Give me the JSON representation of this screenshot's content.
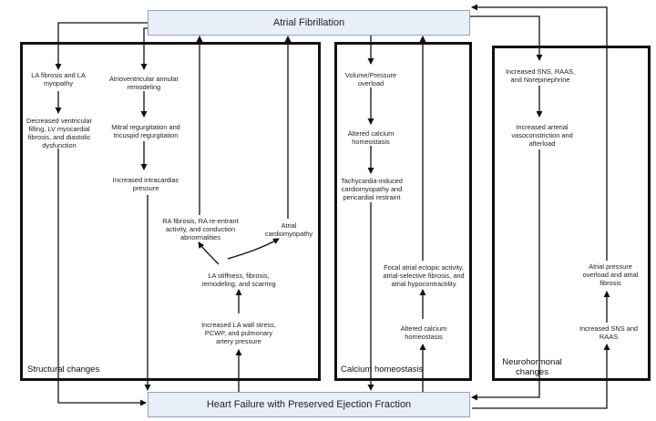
{
  "top_bar": {
    "title": "Atrial Fibrillation"
  },
  "bottom_bar": {
    "title": "Heart Failure with Preserved Ejection Fraction"
  },
  "panels": {
    "structural": {
      "label": "Structural changes",
      "nodes": {
        "la_fibrosis": "LA fibrosis and LA\nmyopathy",
        "decreased_filling": "Decreased ventricular\nfilling, LV myocardial\nfibrosis, and diastolic\ndysfunction",
        "av_remodeling": "Atrioventricular annular\nremodeling",
        "mitral_regurg": "Mitral regurgitation and\ntricuspid regurgitation",
        "intracardiac_pressure": "Increased intracardiac\npressure",
        "ra_fibrosis": "RA fibrosis, RA re-entrant\nactivity, and conduction\nabnormalities",
        "atrial_cardiomyopathy": "Atrial\ncardiomyopathy",
        "la_stiffness": "LA stiffness, fibrosis,\nremodeling, and scarring",
        "la_wall_stress": "Increased LA wall stress,\nPCWP, and pulmonary\nartery pressure"
      }
    },
    "calcium": {
      "label": "Calcium homeostasis",
      "nodes": {
        "volume_overload": "Volume/Pressure\noverload",
        "altered_calcium_1": "Altered calcium\nhomeostasis",
        "tachy_cardiomyopathy": "Tachycardia-induced\ncardiomyopathy and\npericardial restraint",
        "focal_ectopic": "Focal atrial ectopic activity,\natrial-selective fibrosis, and\natrial hypocontractility",
        "altered_calcium_2": "Altered calcium\nhomeostasis"
      }
    },
    "neuro": {
      "label": "Neurohormonal\nchanges",
      "nodes": {
        "sns_raas": "Increased SNS, RAAS,\nand Norepinephrine",
        "vasoconstriction": "Increased arterial\nvasoconstriction and\nafterload",
        "atrial_pressure": "Atrial pressure\noverload and atrial\nfibrosis",
        "sns_raas_2": "Increased SNS and\nRAAS"
      }
    }
  }
}
